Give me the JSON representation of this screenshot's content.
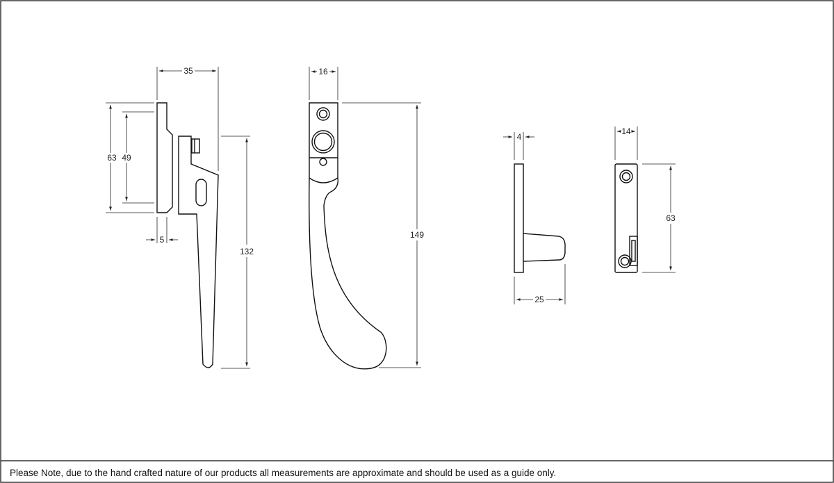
{
  "dimensions": {
    "side_handle_width": "35",
    "side_plate_height": "63",
    "side_fixing_centres": "49",
    "side_plate_thickness": "5",
    "side_handle_length": "132",
    "front_width": "16",
    "front_length": "149",
    "keep_plate_thickness": "4",
    "keep_projection": "25",
    "keep_width": "14",
    "keep_height": "63"
  },
  "footer": {
    "note": "Please Note, due to the hand crafted nature of our products all measurements are approximate and should be used as a guide only."
  }
}
